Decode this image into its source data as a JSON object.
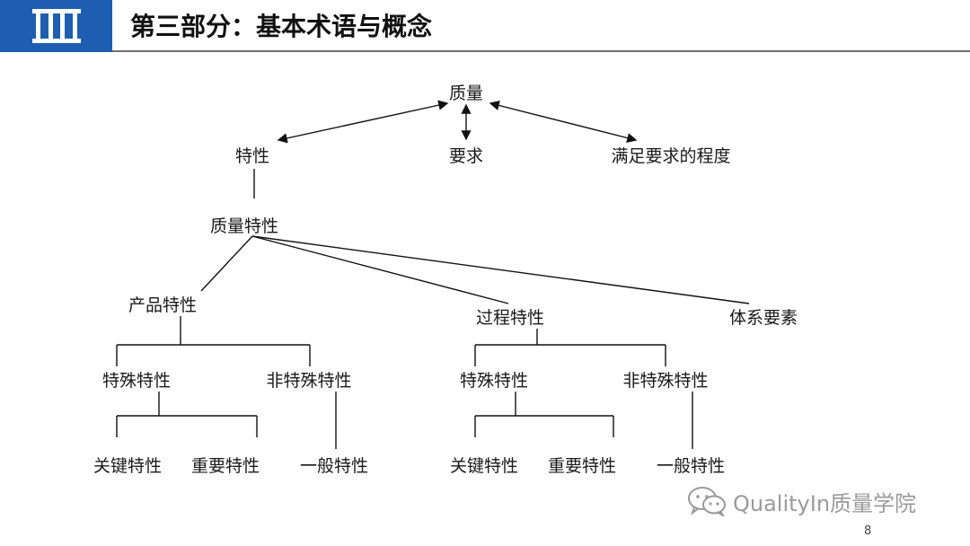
{
  "header": {
    "title": "第三部分：基本术语与概念",
    "brand_color": "#1e5eb1"
  },
  "diagram": {
    "root": "质量",
    "level1": [
      "特性",
      "要求",
      "满足要求的程度"
    ],
    "quality_characteristic": "质量特性",
    "level3": [
      "产品特性",
      "过程特性",
      "体系要素"
    ],
    "product": {
      "special": "特殊特性",
      "non_special": "非特殊特性",
      "key": "关键特性",
      "important": "重要特性",
      "general": "一般特性"
    },
    "process": {
      "special": "特殊特性",
      "non_special": "非特殊特性",
      "key": "关键特性",
      "important": "重要特性",
      "general": "一般特性"
    }
  },
  "watermark": {
    "text": "QualityIn质量学院",
    "icon": "wechat-icon"
  },
  "page_number": "8"
}
